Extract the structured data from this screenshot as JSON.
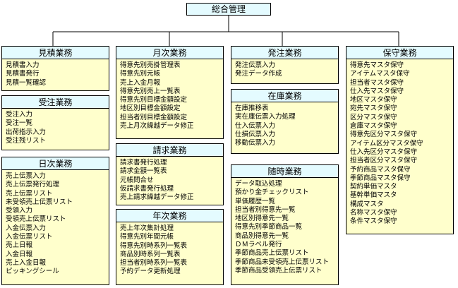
{
  "root": {
    "label": "総合管理"
  },
  "boxes": [
    {
      "id": "mitsumori",
      "title": "見積業務",
      "items": [
        "見積書入力",
        "見積書発行",
        "見積一覧確認"
      ]
    },
    {
      "id": "juchu",
      "title": "受注業務",
      "items": [
        "受注入力",
        "受注一覧",
        "出荷指示入力",
        "受注残リスト"
      ]
    },
    {
      "id": "nichiji",
      "title": "日次業務",
      "items": [
        "売上伝票入力",
        "売上伝票発行処理",
        "売上伝票リスト",
        "未受領売上伝票リスト",
        "受領入力",
        "受領売上伝票リスト",
        "入金伝票入力",
        "入金伝票リスト",
        "売上日報",
        "入金日報",
        "売上入金日報",
        "ピッキングシール"
      ]
    },
    {
      "id": "getsuji",
      "title": "月次業務",
      "items": [
        "得意先別売掛管理表",
        "得意先別元帳",
        "売上入金月報",
        "得意先別売上一覧表",
        "得意先別目標金額設定",
        "地区別目標金額設定",
        "担当者別目標金額設定",
        "売上月次繰越データ修正"
      ]
    },
    {
      "id": "seikyu",
      "title": "請求業務",
      "items": [
        "請求書発行処理",
        "請求金額一覧表",
        "元帳問合せ",
        "仮請求書発行処理",
        "売上請求繰越データ修正"
      ]
    },
    {
      "id": "nenji",
      "title": "年次業務",
      "items": [
        "売上年次集計処理",
        "得意先別年間元帳",
        "得意先別時系列一覧表",
        "商品別時系列一覧表",
        "担当者別時系列一覧表",
        "予約データ更新処理"
      ]
    },
    {
      "id": "hacchu",
      "title": "発注業務",
      "items": [
        "発注伝票入力",
        "発注データ作成"
      ]
    },
    {
      "id": "zaiko",
      "title": "在庫業務",
      "items": [
        "在庫推移表",
        "実在庫伝票入力処理",
        "仕入伝票入力",
        "仕損伝票入力",
        "移動伝票入力"
      ]
    },
    {
      "id": "zuiji",
      "title": "随時業務",
      "items": [
        "データ取込処理",
        "預かり金チェックリスト",
        "単価履歴一覧",
        "担当者別得意先一覧",
        "地区別得意先一覧",
        "得意先別季節商品一覧",
        "商品別得意先一覧",
        "ＤＭラベル発行",
        "季節商品売上伝票リスト",
        "季節商品未受領売上伝票リスト",
        "季節商品受領売上伝票リスト"
      ]
    },
    {
      "id": "hoshu",
      "title": "保守業務",
      "items": [
        "得意先マスタ保守",
        "アイテムマスタ保守",
        "担当者マスタ保守",
        "仕入先マスタ保守",
        "地区マスタ保守",
        "宛先マスタ保守",
        "区分マスタ保守",
        "倉庫マスタ保守",
        "得意先区分マスタ保守",
        "アイテム区分マスタ保守",
        "仕入先区分マスタ保守",
        "担当者区分マスタ保守",
        "予約商品マスタ保守",
        "季節商品マスタ保守",
        "契約単価マスタ",
        "基幹単価マスタ",
        "構成マスタ",
        "名称マスタ保守",
        "条件マスタ保守"
      ]
    }
  ]
}
